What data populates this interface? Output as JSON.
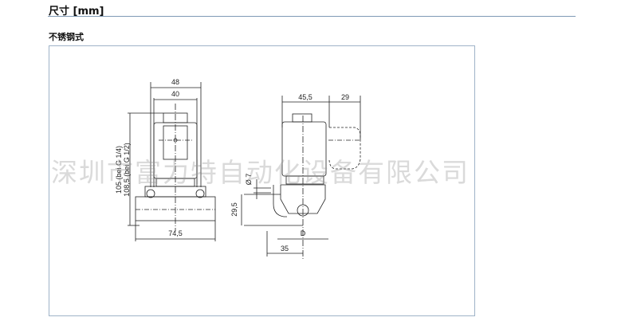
{
  "header": {
    "title": "尺寸 [mm]",
    "subtitle": "不锈钢式"
  },
  "drawing": {
    "front": {
      "width_outer": "48",
      "width_inner": "40",
      "height_label_1": "105 (bei G 1/4)",
      "height_label_2": "108,5 (bei G 1/2)",
      "base_width": "74,5"
    },
    "side": {
      "width_coil": "45,5",
      "width_connector": "29",
      "hole_diameter": "Ø 7",
      "mount_height": "29,5",
      "port_label": "D",
      "offset": "35"
    }
  },
  "watermark": "深圳市富力特自动化设备有限公司"
}
